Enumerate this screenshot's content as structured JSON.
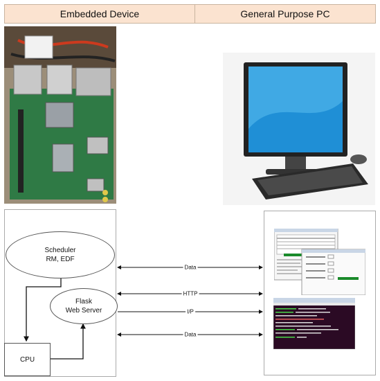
{
  "headers": {
    "left": "Embedded Device",
    "right": "General Purpose PC"
  },
  "diagram": {
    "scheduler": {
      "line1": "Scheduler",
      "line2": "RM, EDF"
    },
    "flask": {
      "line1": "Flask",
      "line2": "Web Server"
    },
    "cpu": "CPU",
    "connections": [
      "Data",
      "HTTP",
      "I/P",
      "Data"
    ]
  },
  "colors": {
    "header_bg": "#fbe3d0",
    "pcb_green": "#2f7a45",
    "monitor_screen": "#1f8fd6",
    "terminal_bg": "#2b0a24",
    "gui_progress": "#1a8a2a"
  },
  "icons": {
    "embedded_device_photo": "raspberry-pi-board",
    "pc_photo": "desktop-computer",
    "gui_screenshot": "scheduler-gui-window",
    "terminal_screenshot": "terminal-window"
  }
}
